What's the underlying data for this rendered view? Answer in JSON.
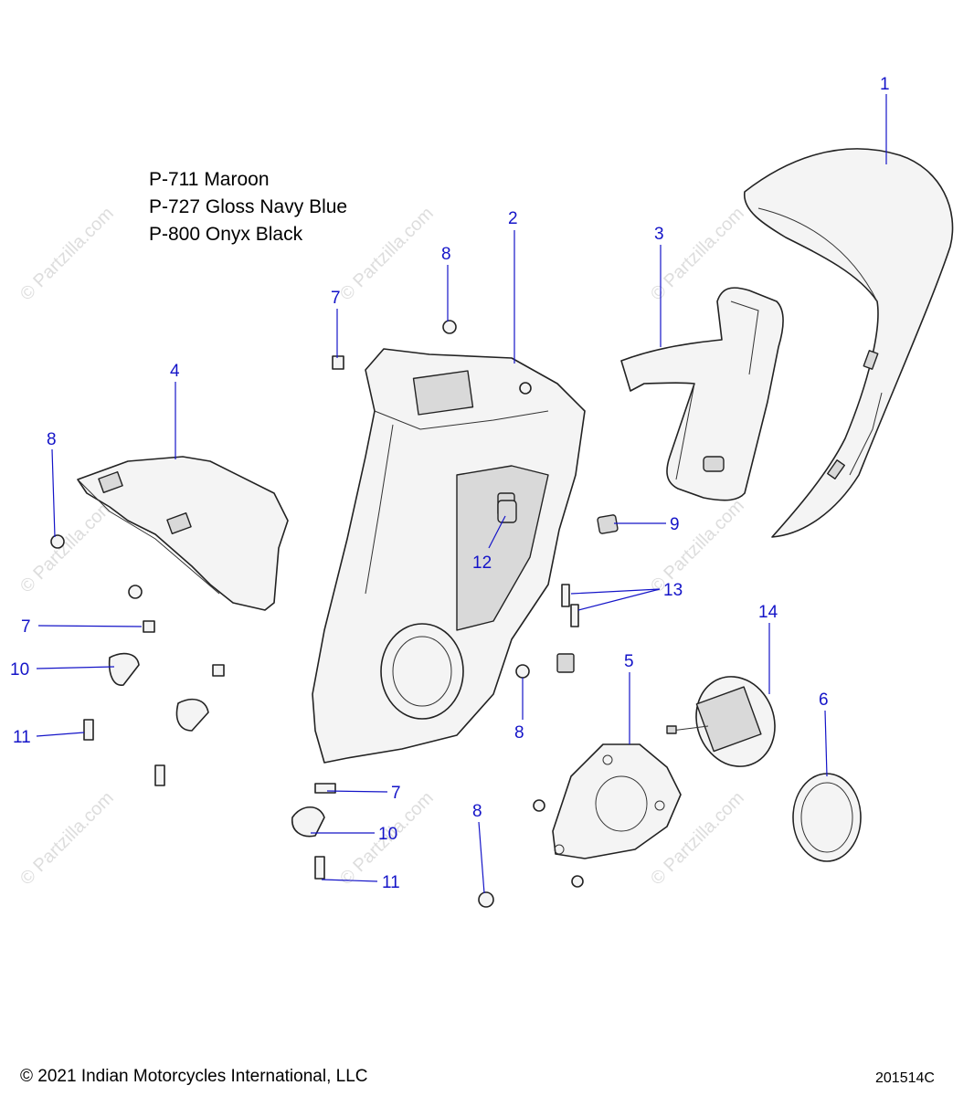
{
  "paint_codes": [
    "P-711 Maroon",
    "P-727 Gloss Navy Blue",
    "P-800 Onyx Black"
  ],
  "watermark": "© Partzilla.com",
  "copyright": "© 2021 Indian Motorcycles International, LLC",
  "diagram_number": "201514C",
  "callouts": [
    {
      "label": "1"
    },
    {
      "label": "2"
    },
    {
      "label": "3"
    },
    {
      "label": "4"
    },
    {
      "label": "5"
    },
    {
      "label": "6"
    },
    {
      "label": "7"
    },
    {
      "label": "7"
    },
    {
      "label": "7"
    },
    {
      "label": "8"
    },
    {
      "label": "8"
    },
    {
      "label": "8"
    },
    {
      "label": "8"
    },
    {
      "label": "9"
    },
    {
      "label": "10"
    },
    {
      "label": "10"
    },
    {
      "label": "11"
    },
    {
      "label": "11"
    },
    {
      "label": "12"
    },
    {
      "label": "13"
    },
    {
      "label": "14"
    }
  ],
  "colors": {
    "callout": "#1414c8",
    "outline": "#222222"
  }
}
